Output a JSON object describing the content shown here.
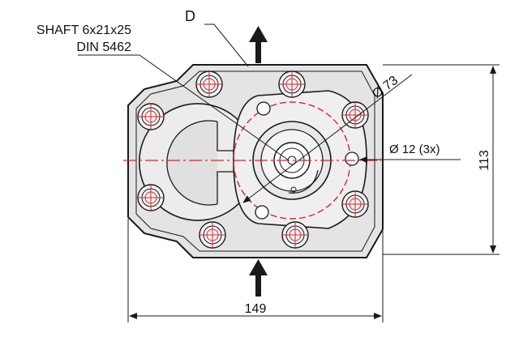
{
  "labels": {
    "shaft_line1": "SHAFT 6x21x25",
    "shaft_line2": "DIN 5462",
    "view_letter": "D",
    "pilot_diameter": "Ø 73",
    "hole_diameter": "Ø 12 (3x)",
    "height_dim": "113",
    "width_dim": "149"
  },
  "colors": {
    "outline": "#1a1a1a",
    "body_fill": "#e4e4e4",
    "center_line": "#d8262c"
  }
}
